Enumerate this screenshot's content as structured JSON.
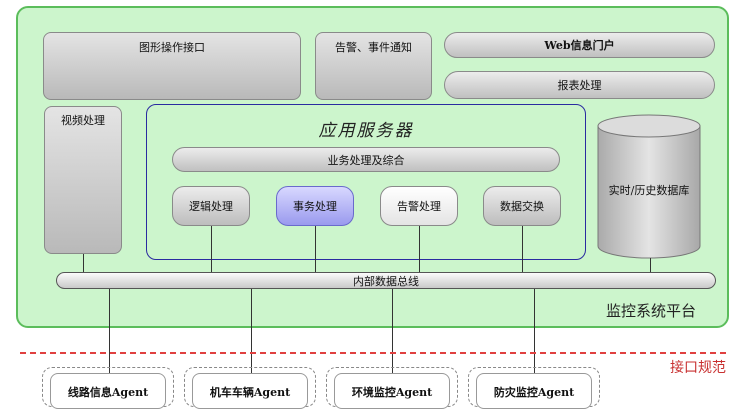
{
  "platform": {
    "label": "监控系统平台"
  },
  "top_modules": {
    "gui": "图形操作接口",
    "alarm_notify": "告警、事件通知",
    "web_portal": "Web信息门户",
    "report": "报表处理",
    "video": "视频处理"
  },
  "app_server": {
    "title": "应用服务器",
    "business": "业务处理及综合",
    "subs": [
      "逻辑处理",
      "事务处理",
      "告警处理",
      "数据交换"
    ]
  },
  "database": {
    "label": "实时/历史数据库"
  },
  "bus": {
    "label": "内部数据总线"
  },
  "interface": {
    "label": "接口规范"
  },
  "agents": [
    "线路信息Agent",
    "机车车辆Agent",
    "环境监控Agent",
    "防灾监控Agent"
  ],
  "colors": {
    "platform_fill": "#ccf5cc",
    "platform_border": "#5bbd5b",
    "server_border": "#2a2aa0",
    "highlight_sub": "#9a9aee",
    "interface_line": "#e04040"
  }
}
